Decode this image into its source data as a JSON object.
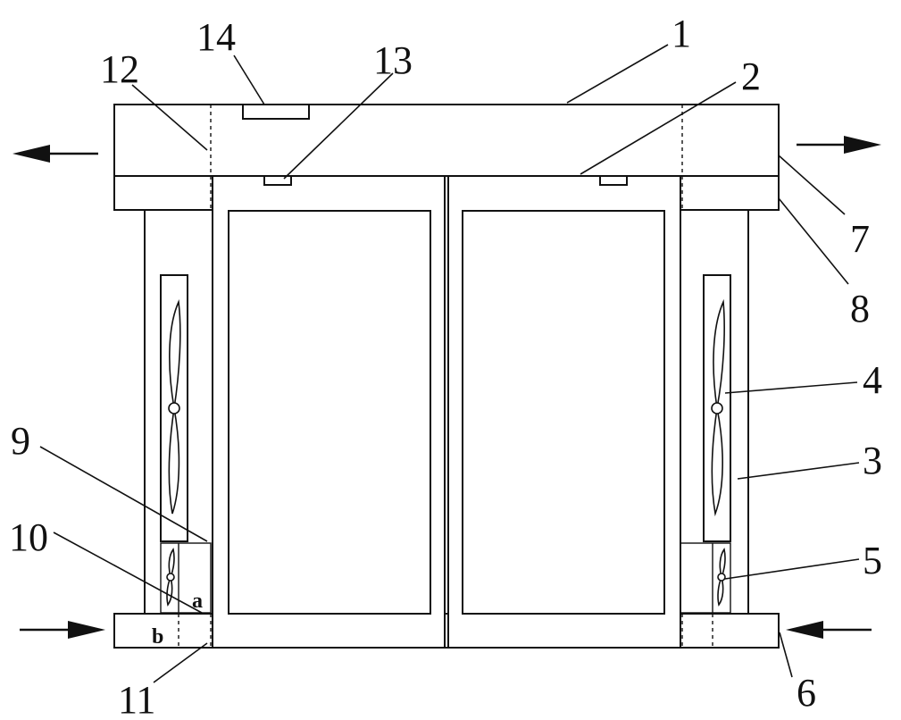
{
  "labels": {
    "n1": "1",
    "n2": "2",
    "n3": "3",
    "n4": "4",
    "n5": "5",
    "n6": "6",
    "n7": "7",
    "n8": "8",
    "n9": "9",
    "n10": "10",
    "n11": "11",
    "n12": "12",
    "n13": "13",
    "n14": "14",
    "a": "a",
    "b": "b"
  },
  "colors": {
    "line": "#111111",
    "background": "#ffffff"
  }
}
